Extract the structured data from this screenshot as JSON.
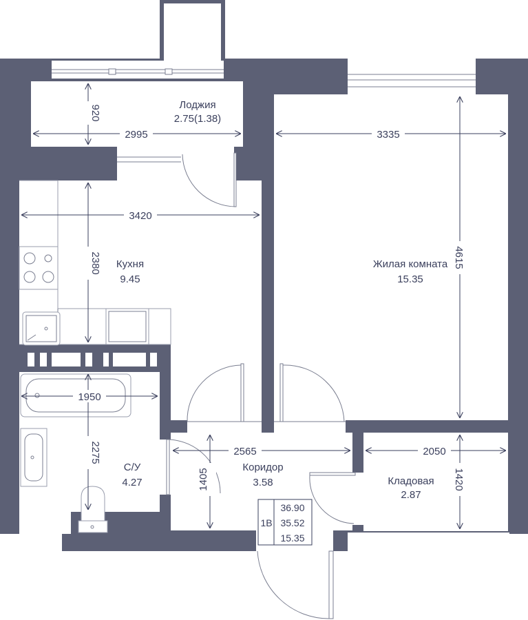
{
  "colors": {
    "wall": "#5c6075",
    "text": "#3a3f5c",
    "background": "#ffffff"
  },
  "rooms": {
    "loggia": {
      "name": "Лоджия",
      "area": "2.75(1.38)"
    },
    "kitchen": {
      "name": "Кухня",
      "area": "9.45"
    },
    "living": {
      "name": "Жилая комната",
      "area": "15.35"
    },
    "bathroom": {
      "name": "С/У",
      "area": "4.27"
    },
    "corridor": {
      "name": "Коридор",
      "area": "3.58"
    },
    "storage": {
      "name": "Кладовая",
      "area": "2.87"
    }
  },
  "dimensions": {
    "loggia_depth": "920",
    "loggia_width": "2995",
    "living_width": "3335",
    "living_depth": "4615",
    "kitchen_width": "3420",
    "kitchen_depth": "2380",
    "bath_width": "1950",
    "bath_depth": "2275",
    "corridor_width": "2565",
    "corridor_depth": "1405",
    "storage_width": "2050",
    "storage_depth": "1420"
  },
  "summary": {
    "type": "1В",
    "total_area": "36.90",
    "area_without_loggia": "35.52",
    "living_area": "15.35"
  }
}
